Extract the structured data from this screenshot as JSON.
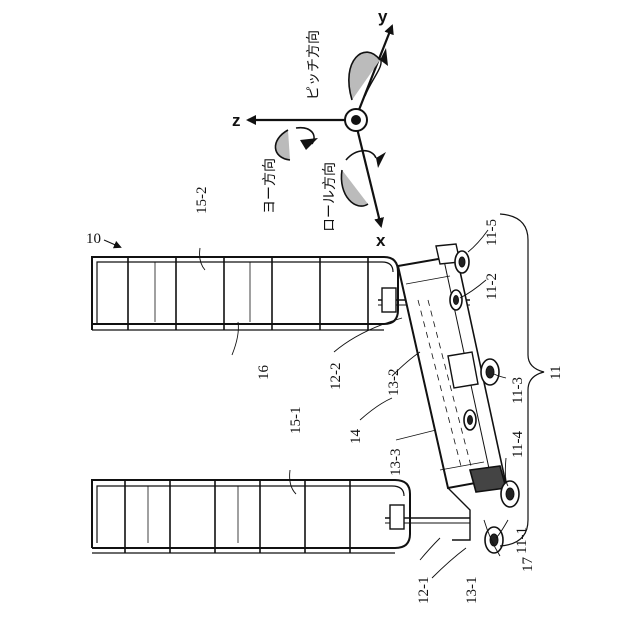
{
  "figure": {
    "figure_number": "10",
    "axes": {
      "x": "x",
      "y": "y",
      "z": "z"
    },
    "directions": {
      "pitch": "ピッチ方向",
      "roll": "ロール方向",
      "yaw": "ヨー方向"
    },
    "labels": {
      "l15_2": "15-2",
      "l15_1": "15-1",
      "l16": "16",
      "l11_5": "11-5",
      "l11_2": "11-2",
      "l11_3": "11-3",
      "l11": "11",
      "l11_4": "11-4",
      "l11_1": "11-1",
      "l12_2": "12-2",
      "l13_2": "13-2",
      "l14": "14",
      "l13_3": "13-3",
      "l12_1": "12-1",
      "l13_1": "13-1",
      "l17": "17"
    }
  }
}
